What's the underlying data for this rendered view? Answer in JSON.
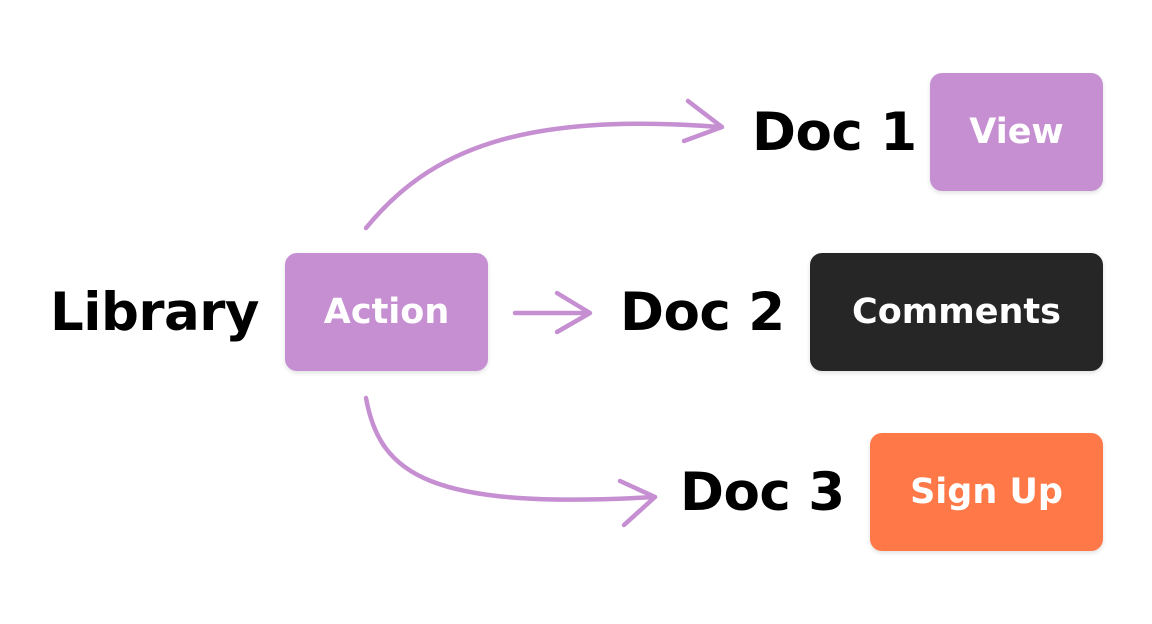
{
  "colors": {
    "purple": "#c68fd2",
    "dark": "#262626",
    "orange": "#ff7847",
    "arrow": "#c68fd2"
  },
  "source": {
    "label": "Library",
    "action_button": "Action"
  },
  "targets": [
    {
      "label": "Doc 1",
      "button": "View",
      "button_color": "purple"
    },
    {
      "label": "Doc 2",
      "button": "Comments",
      "button_color": "dark"
    },
    {
      "label": "Doc 3",
      "button": "Sign Up",
      "button_color": "orange"
    }
  ]
}
